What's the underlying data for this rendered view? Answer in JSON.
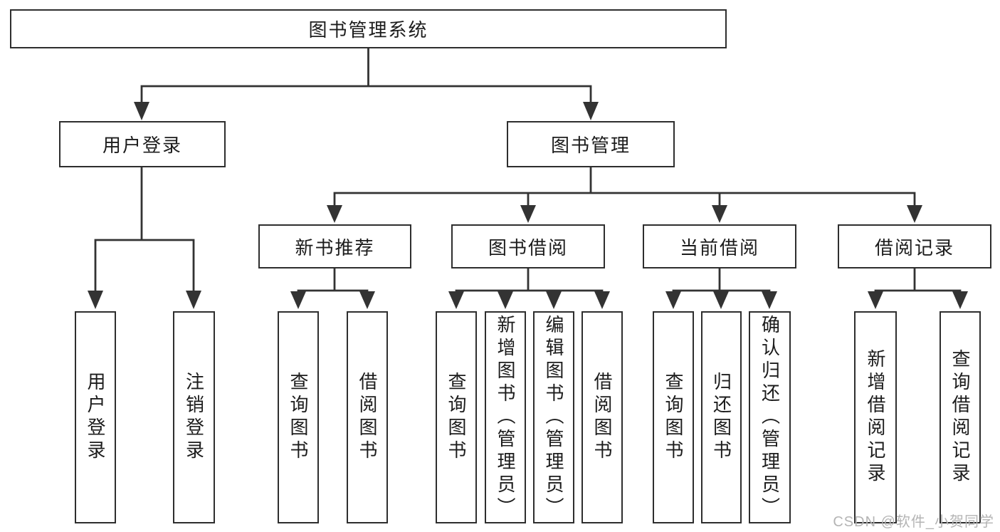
{
  "diagram": {
    "root": {
      "label": "图书管理系统"
    },
    "branches": [
      {
        "label": "用户登录",
        "children": [
          {
            "label": "用户登录"
          },
          {
            "label": "注销登录"
          }
        ]
      },
      {
        "label": "图书管理",
        "children": [
          {
            "label": "新书推荐",
            "children": [
              {
                "label": "查询图书"
              },
              {
                "label": "借阅图书"
              }
            ]
          },
          {
            "label": "图书借阅",
            "children": [
              {
                "label": "查询图书"
              },
              {
                "label": "新增图书（管理员）"
              },
              {
                "label": "编辑图书（管理员）"
              },
              {
                "label": "借阅图书"
              }
            ]
          },
          {
            "label": "当前借阅",
            "children": [
              {
                "label": "查询图书"
              },
              {
                "label": "归还图书"
              },
              {
                "label": "确认归还（管理员）"
              }
            ]
          },
          {
            "label": "借阅记录",
            "children": [
              {
                "label": "新增借阅记录"
              },
              {
                "label": "查询借阅记录"
              }
            ]
          }
        ]
      }
    ]
  },
  "watermark": {
    "text": "CSDN @软件_小贺同学"
  },
  "colors": {
    "line": "#333333",
    "box_border": "#2e2e2e",
    "box_fill": "#ffffff",
    "text": "#1c1c1c",
    "watermark": "#b4b4b4",
    "background": "#ffffff"
  }
}
